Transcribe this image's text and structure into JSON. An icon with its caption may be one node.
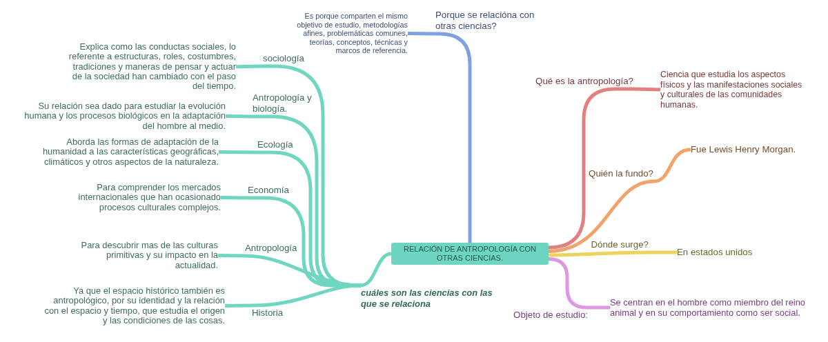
{
  "diagram": {
    "nodes": [
      {
        "text": [
          "RELACIÓN DE ANTROPOLOGÍA CON OTRAS CIENCIAS."
        ]
      },
      {
        "text": [
          "Porque se relacióna con otras ciencias?"
        ]
      },
      {
        "text": [
          "Es porque comparten el mismo objetivo de estudio, metodologías afines, problemáticas comunes, teorías, conceptos, técnicas y marcos de referencia."
        ]
      },
      {
        "text": [
          "cuáles son las ciencias con las que se relaciona"
        ]
      },
      {
        "text": [
          "sociología"
        ]
      },
      {
        "text": [
          "Explica como las conductas sociales, lo referente a estructuras, roles, costumbres, tradiciones y maneras de pensar y actuar de la sociedad han cambiado con el paso del tiempo."
        ]
      },
      {
        "text": [
          "Antropología y biología."
        ]
      },
      {
        "text": [
          "Su relación sea dado para estudiar la evolución humana y los procesos biológicos en la adaptación del hombre al medio."
        ]
      },
      {
        "text": [
          "Ecología"
        ]
      },
      {
        "text": [
          "Aborda las formas de adaptación de la humanidad a las características geográficas, climáticos y otros aspectos de la naturaleza."
        ]
      },
      {
        "text": [
          "Economía"
        ]
      },
      {
        "text": [
          "Para comprender los mercados internacionales que han ocasionado procesos culturales complejos."
        ]
      },
      {
        "text": [
          "Antropología"
        ]
      },
      {
        "text": [
          "Para descubrir mas de las culturas primitivas y su impacto en la actualidad."
        ]
      },
      {
        "text": [
          "Historia"
        ]
      },
      {
        "text": [
          "Ya que el espacio histórico también es antropológico, por su identidad y la relación con el espacio y tiempo, que estudia el origen y las condiciones de las cosas."
        ]
      },
      {
        "text": [
          "Qué es la antropología?"
        ]
      },
      {
        "text": [
          "Ciencia que estudia los aspectos físicos y las manifestaciones sociales y culturales de las comunidades humanas."
        ]
      },
      {
        "text": [
          "Quién la fundo?"
        ]
      },
      {
        "text": [
          "Fue Lewis Henry Morgan."
        ]
      },
      {
        "text": [
          "Dónde surge?"
        ]
      },
      {
        "text": [
          "En estados unidos"
        ]
      },
      {
        "text": [
          "Objeto de estudio:"
        ]
      },
      {
        "text": [
          "Se centran en el hombre como miembro del reino animal y en su comportamiento como ser social."
        ]
      }
    ],
    "edges": [
      {
        "from": 0,
        "to": 1,
        "arrow": "none",
        "color": "#7ea1e3"
      },
      {
        "from": 1,
        "to": 2,
        "arrow": "none",
        "color": "#7ea1e3"
      },
      {
        "from": 0,
        "to": 3,
        "arrow": "none"
      },
      {
        "from": 3,
        "to": 4,
        "arrow": "none"
      },
      {
        "from": 4,
        "to": 5,
        "arrow": "none"
      },
      {
        "from": 3,
        "to": 6,
        "arrow": "none"
      },
      {
        "from": 6,
        "to": 7,
        "arrow": "none"
      },
      {
        "from": 3,
        "to": 8,
        "arrow": "none"
      },
      {
        "from": 8,
        "to": 9,
        "arrow": "none"
      },
      {
        "from": 3,
        "to": 10,
        "arrow": "none"
      },
      {
        "from": 10,
        "to": 11,
        "arrow": "none"
      },
      {
        "from": 3,
        "to": 12,
        "arrow": "none"
      },
      {
        "from": 12,
        "to": 13,
        "arrow": "none"
      },
      {
        "from": 3,
        "to": 14,
        "arrow": "none"
      },
      {
        "from": 14,
        "to": 15,
        "arrow": "none"
      },
      {
        "from": 0,
        "to": 16,
        "arrow": "none",
        "color": "#e27f7f"
      },
      {
        "from": 16,
        "to": 17,
        "arrow": "none",
        "color": "#e27f7f"
      },
      {
        "from": 0,
        "to": 18,
        "arrow": "none",
        "color": "#f0a46c"
      },
      {
        "from": 18,
        "to": 19,
        "arrow": "none",
        "color": "#f0a46c"
      },
      {
        "from": 0,
        "to": 20,
        "arrow": "none",
        "color": "#ecd45c"
      },
      {
        "from": 20,
        "to": 21,
        "arrow": "none",
        "color": "#ecd45c"
      },
      {
        "from": 0,
        "to": 22,
        "arrow": "none",
        "color": "#dc98e2"
      },
      {
        "from": 22,
        "to": 23,
        "arrow": "none",
        "color": "#dc98e2"
      }
    ]
  }
}
